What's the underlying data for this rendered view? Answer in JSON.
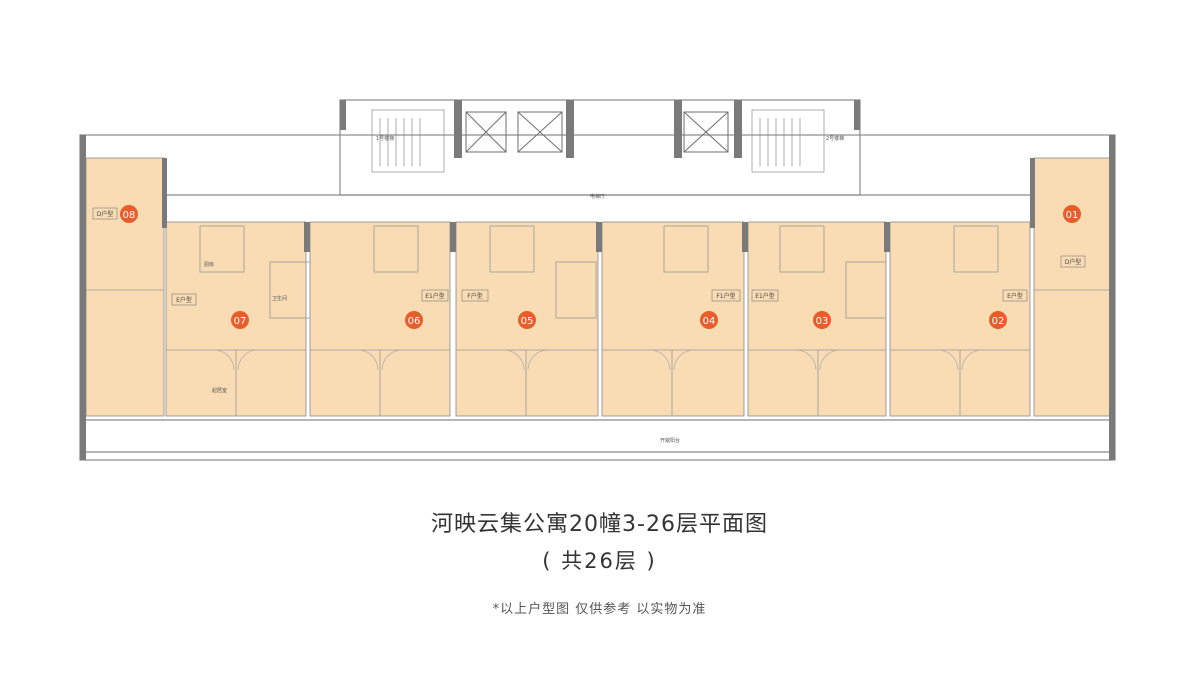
{
  "colors": {
    "unit_fill": "#f9dcb4",
    "wall": "#7a7a7a",
    "line": "#9a9a9a",
    "badge": "#e85d2a"
  },
  "units": [
    {
      "number": "08",
      "type": "D户型"
    },
    {
      "number": "07",
      "type": "E户型"
    },
    {
      "number": "06",
      "type": "E1户型"
    },
    {
      "number": "05",
      "type": "F户型"
    },
    {
      "number": "04",
      "type": "F1户型"
    },
    {
      "number": "03",
      "type": "E1户型"
    },
    {
      "number": "02",
      "type": "E户型"
    },
    {
      "number": "01",
      "type": "D户型"
    }
  ],
  "stairs": [
    "1号楼梯",
    "2号楼梯"
  ],
  "room_labels": {
    "corridor": "电梯厅",
    "bedroom": "起居室",
    "kitchen": "厨房",
    "bathroom": "卫生间",
    "balcony": "开敞阳台"
  },
  "title": "河映云集公寓20幢3-26层平面图",
  "subtitle": "( 共26层 )",
  "disclaimer": "*以上户型图 仅供参考 以实物为准"
}
